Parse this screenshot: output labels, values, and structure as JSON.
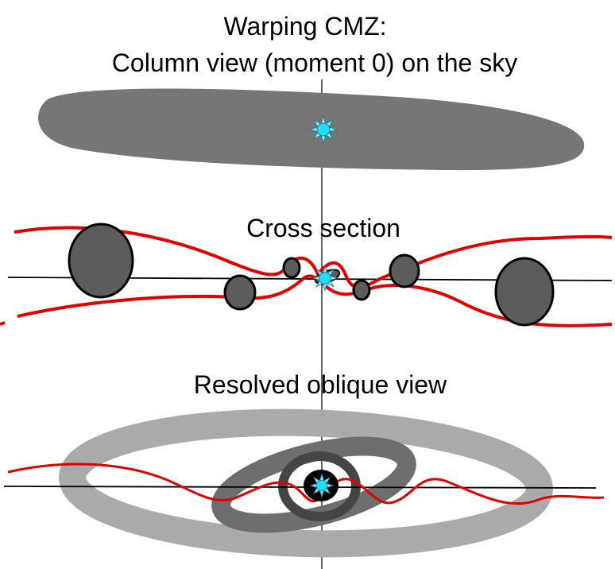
{
  "titles": {
    "line1": "Warping CMZ:",
    "line2": "Column view (moment 0) on the sky"
  },
  "labels": {
    "cross_section": "Cross section",
    "oblique_view": "Resolved oblique view"
  },
  "colors": {
    "background": "#ffffff",
    "column_gas": "#767676",
    "cloud": "#5c5c5c",
    "outer_ring": "#aaaaaa",
    "middle_ring": "#6e6e6e",
    "inner_ring": "#454545",
    "warp_line": "#e00000",
    "axis": "#000000",
    "center_source": "#22e0f0",
    "center_star": "#1a7fa0"
  },
  "icons": {
    "center_source": "star-burst-icon"
  }
}
